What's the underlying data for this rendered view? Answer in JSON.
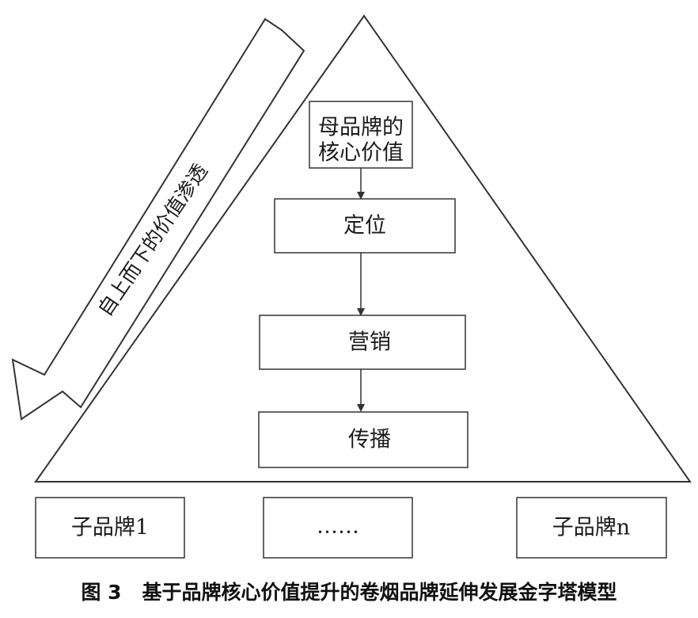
{
  "pyramid": {
    "core_value": {
      "line1": "母品牌的",
      "line2": "核心价值"
    },
    "steps": [
      "定位",
      "营销",
      "传播"
    ]
  },
  "side_arrow": {
    "label": "自上而下的价值渗透"
  },
  "sub_brands": [
    "子品牌1",
    "……",
    "子品牌n"
  ],
  "caption": {
    "number": "图 3",
    "title": "基于品牌核心价值提升的卷烟品牌延伸发展金字塔模型"
  }
}
